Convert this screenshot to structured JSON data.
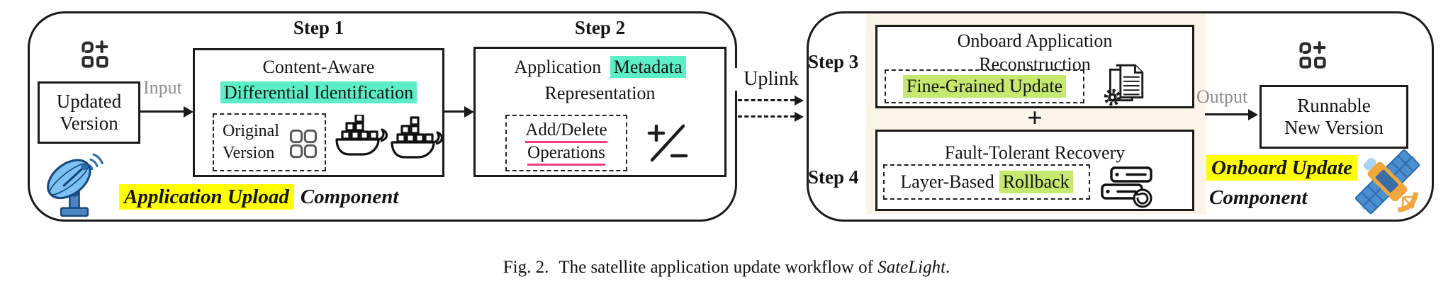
{
  "left_panel": {
    "component_label": {
      "highlighted": "Application Upload",
      "rest": "Component"
    },
    "updated_version_box": {
      "line1": "Updated",
      "line2": "Version"
    },
    "input_label": "Input",
    "step1": {
      "title": "Step 1",
      "heading_line1": "Content-Aware",
      "heading_line2": "Differential Identification",
      "original_version_box": {
        "line1": "Original",
        "line2": "Version"
      }
    },
    "step2": {
      "title": "Step 2",
      "heading_line1_plain": "Application",
      "heading_line1_highlight": "Metadata",
      "heading_line2": "Representation",
      "operations_box": {
        "line1": "Add/Delete",
        "line2": "Operations"
      }
    }
  },
  "uplink_label": "Uplink",
  "right_panel": {
    "step3": {
      "label": "Step 3",
      "heading_line1": "Onboard Application",
      "heading_line2": "Reconstruction",
      "update_box_highlight": "Fine-Grained Update"
    },
    "plus_symbol": "+",
    "step4": {
      "label": "Step 4",
      "heading": "Fault-Tolerant Recovery",
      "rollback_box_plain": "Layer-Based",
      "rollback_box_highlight": "Rollback"
    },
    "output_label": "Output",
    "runnable_version_box": {
      "line1": "Runnable",
      "line2": "New Version"
    },
    "component_label": {
      "highlighted": "Onboard Update",
      "rest": "Component"
    }
  },
  "caption": {
    "figure_label": "Fig. 2.",
    "text": "The satellite application update workflow of",
    "emphasis": "SateLight",
    "suffix": "."
  },
  "icons": {
    "add_module_icon": "three squares + plus",
    "container_grid_icon": "2x2 squares",
    "docker_whale_icons": "two container whales",
    "satellite_dish_icon": "blue ground antenna",
    "plus_minus_icon": "+/−",
    "document_gear_icon": "stacked pages with gear",
    "server_rollback_icon": "server racks with recovery arrow",
    "satellite_icon": "satellite with solar panels"
  },
  "colors": {
    "mint_highlight": "#5ceec6",
    "yellow_highlight": "#ffff00",
    "green_highlight": "#c4e96e",
    "pink_underline": "#ef3d7f",
    "panel_cream": "#faf5e7",
    "muted_label": "#8d8d8d"
  }
}
